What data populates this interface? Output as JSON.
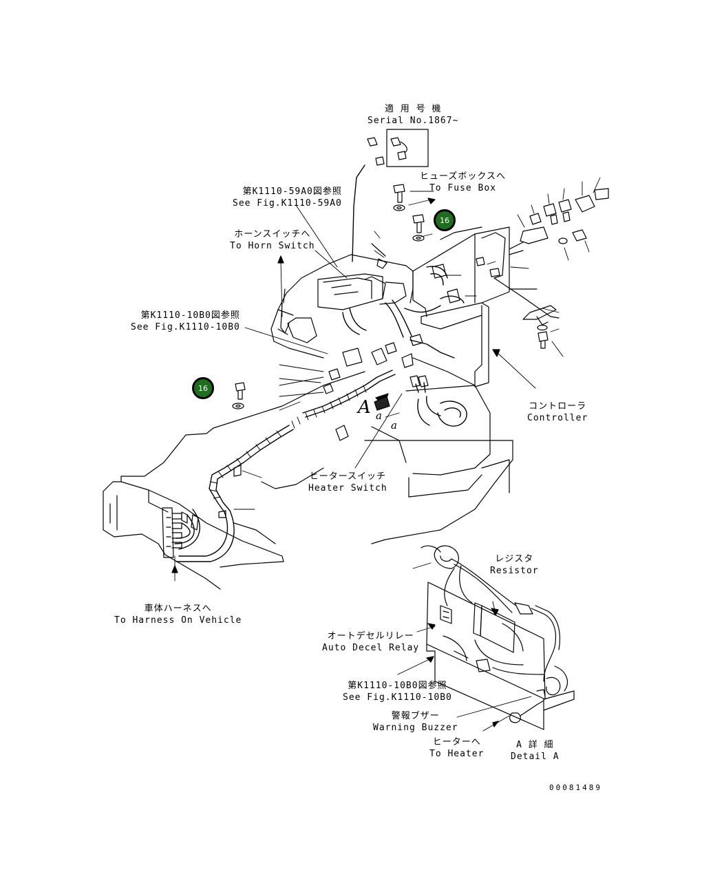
{
  "callouts": {
    "serial_no": {
      "jp": "適 用 号 機",
      "en": "Serial No.1867~"
    },
    "fuse_box": {
      "jp": "ヒューズボックスへ",
      "en": "To Fuse Box"
    },
    "see_fig_59a0": {
      "jp": "第K1110-59A0図参照",
      "en": "See Fig.K1110-59A0"
    },
    "horn_switch": {
      "jp": "ホーンスイッチへ",
      "en": "To Horn Switch"
    },
    "see_fig_10b0": {
      "jp": "第K1110-10B0図参照",
      "en": "See Fig.K1110-10B0"
    },
    "controller": {
      "jp": "コントローラ",
      "en": "Controller"
    },
    "heater_switch": {
      "jp": "ヒータースイッチ",
      "en": "Heater Switch"
    },
    "harness_vehicle": {
      "jp": "車体ハーネスへ",
      "en": "To Harness On Vehicle"
    },
    "resistor": {
      "jp": "レジスタ",
      "en": "Resistor"
    },
    "auto_decel": {
      "jp": "オートデセルリレー",
      "en": "Auto Decel Relay"
    },
    "see_fig_10b0_detail": {
      "jp": "第K1110-10B0図参照",
      "en": "See Fig.K1110-10B0"
    },
    "warning_buzzer": {
      "jp": "警報ブザー",
      "en": "Warning Buzzer"
    },
    "to_heater": {
      "jp": "ヒーターへ",
      "en": "To Heater"
    },
    "detail_a": {
      "jp": "A 詳 細",
      "en": "Detail A"
    },
    "view_a_letter": "A",
    "view_a_small": "a"
  },
  "part_badges": [
    "16",
    "16"
  ],
  "drawing_number": "00081489"
}
